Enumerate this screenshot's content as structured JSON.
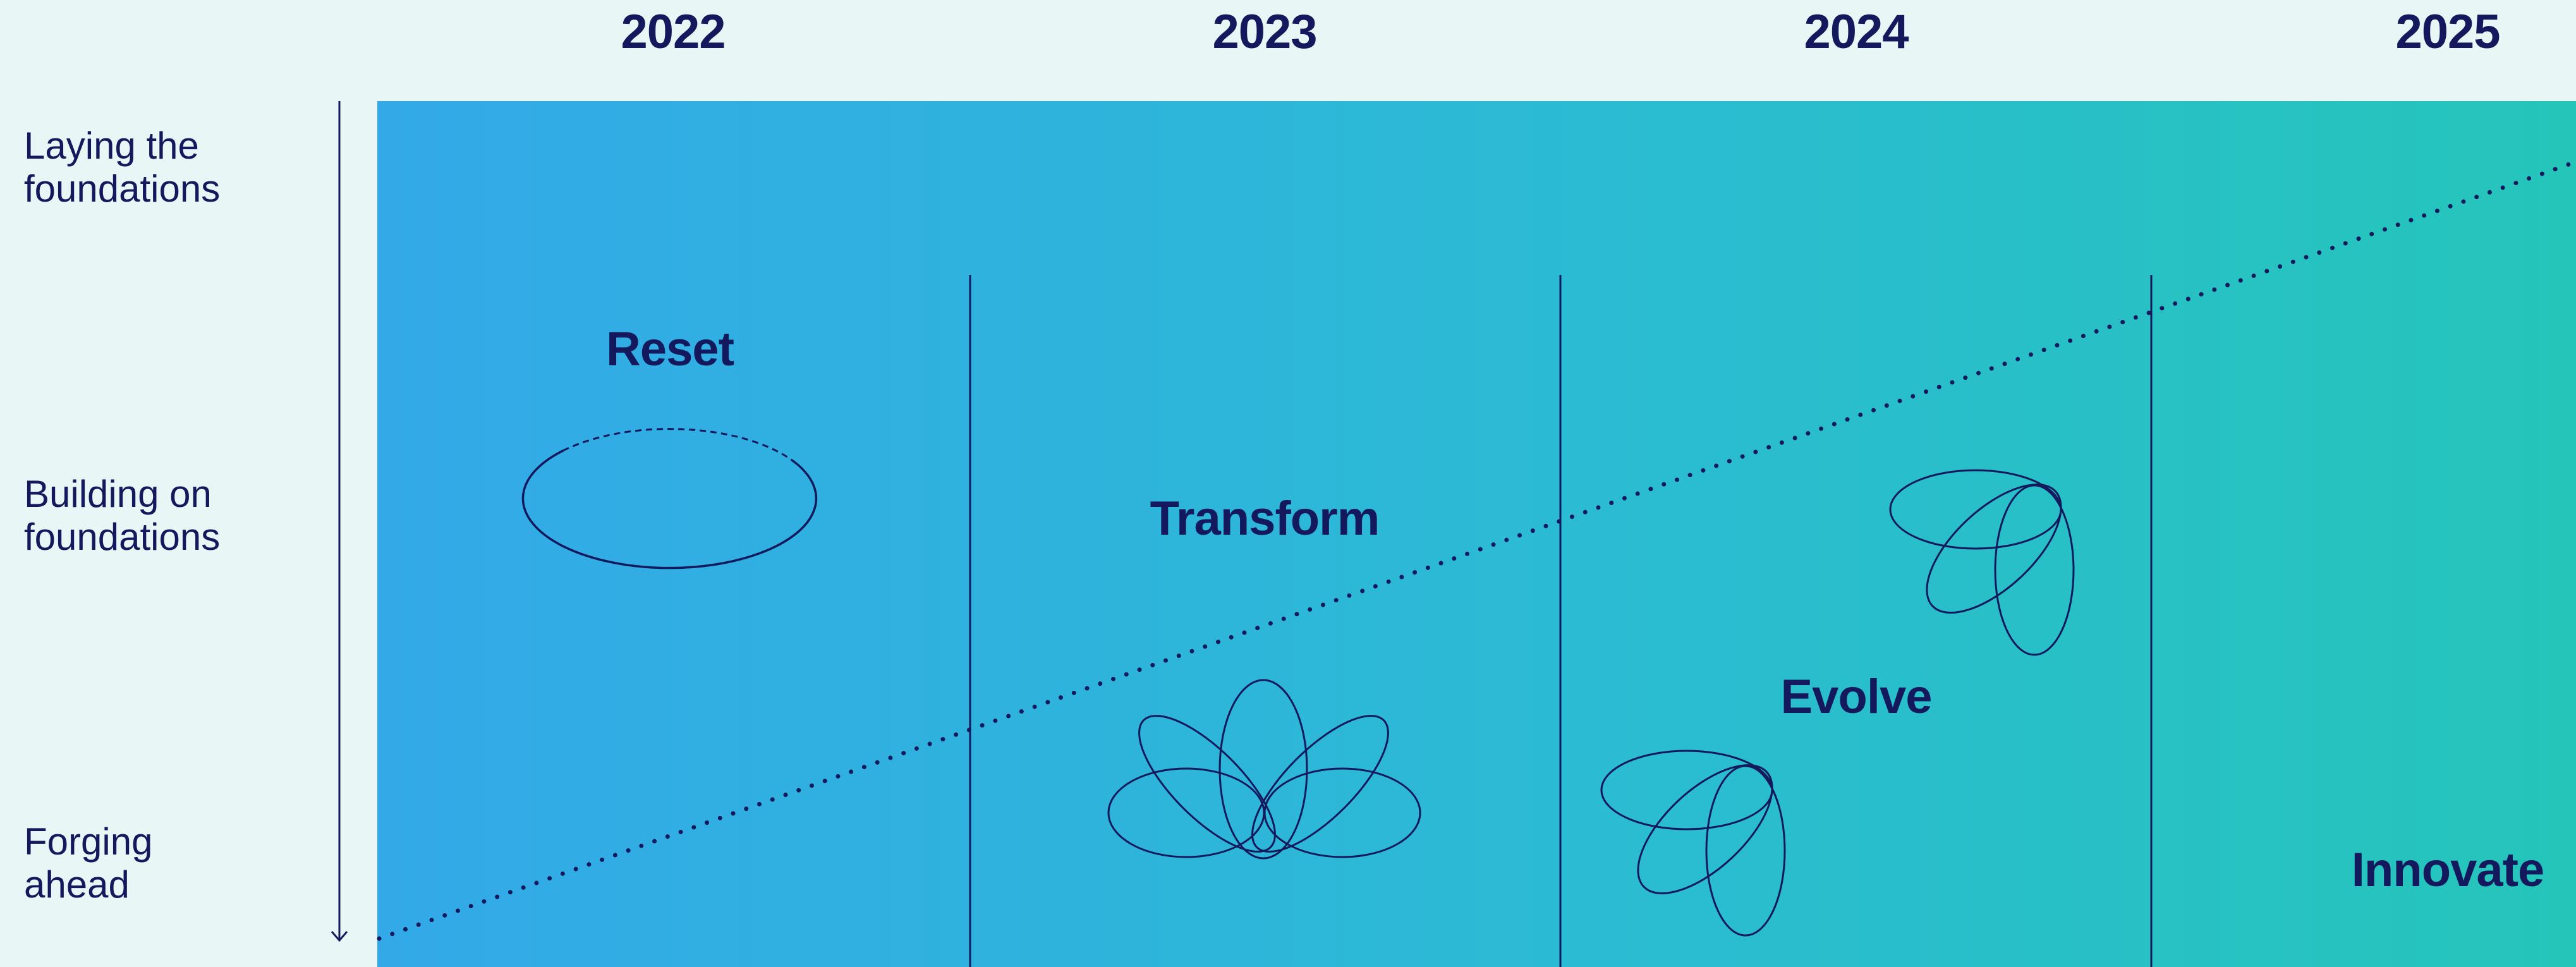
{
  "years": [
    "2022",
    "2023",
    "2024",
    "2025"
  ],
  "rows": [
    {
      "line1": "Laying the",
      "line2": "foundations"
    },
    {
      "line1": "Building on",
      "line2": "foundations"
    },
    {
      "line1": "Forging",
      "line2": "ahead"
    }
  ],
  "phases": {
    "reset": "Reset",
    "transform": "Transform",
    "evolve": "Evolve",
    "innovate": "Innovate"
  },
  "colors": {
    "ink": "#13195c",
    "background": "#e8f7f5",
    "gradient_start": "#33a9e8",
    "gradient_end": "#25c5ba"
  }
}
